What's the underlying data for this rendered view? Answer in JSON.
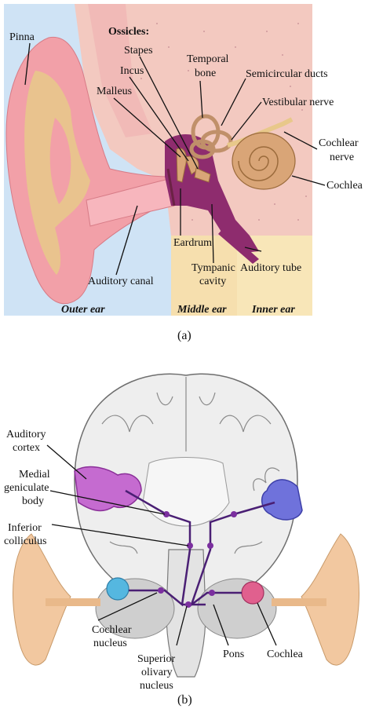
{
  "panel_a": {
    "caption": "(a)",
    "labels": {
      "pinna": "Pinna",
      "ossicles": "Ossicles:",
      "stapes": "Stapes",
      "incus": "Incus",
      "malleus": "Malleus",
      "temporal_bone_1": "Temporal",
      "temporal_bone_2": "bone",
      "semicircular_ducts": "Semicircular ducts",
      "vestibular_nerve": "Vestibular nerve",
      "cochlear_nerve_1": "Cochlear",
      "cochlear_nerve_2": "nerve",
      "cochlea": "Cochlea",
      "eardrum": "Eardrum",
      "tympanic_cavity_1": "Tympanic",
      "tympanic_cavity_2": "cavity",
      "auditory_tube": "Auditory tube",
      "auditory_canal": "Auditory canal"
    },
    "regions": {
      "outer_ear": "Outer ear",
      "middle_ear": "Middle ear",
      "inner_ear": "Inner ear"
    }
  },
  "panel_b": {
    "caption": "(b)",
    "labels": {
      "auditory_cortex_1": "Auditory",
      "auditory_cortex_2": "cortex",
      "medial_geniculate_1": "Medial",
      "medial_geniculate_2": "geniculate",
      "medial_geniculate_3": "body",
      "inferior_colliculus_1": "Inferior",
      "inferior_colliculus_2": "colliculus",
      "cochlear_nucleus_1": "Cochlear",
      "cochlear_nucleus_2": "nucleus",
      "superior_olivary_1": "Superior",
      "superior_olivary_2": "olivary",
      "superior_olivary_3": "nucleus",
      "pons": "Pons",
      "cochlea": "Cochlea"
    }
  },
  "colors": {
    "skin": "#f2a0a8",
    "bone": "#f3c9c0",
    "cartilage": "#e7c98a",
    "canal": "#f7b6bd",
    "cavity": "#8e2c6e",
    "cochlea": "#d9a577",
    "sky": "#cfe3f5",
    "middle_bg": "#f6dfae",
    "inner_bg": "#f8e6b8",
    "brain_gray": "#d8d8d8",
    "cortex_purple": "#b14fbf",
    "cortex_blue": "#5a5ed4",
    "pathway": "#4a1f74"
  }
}
